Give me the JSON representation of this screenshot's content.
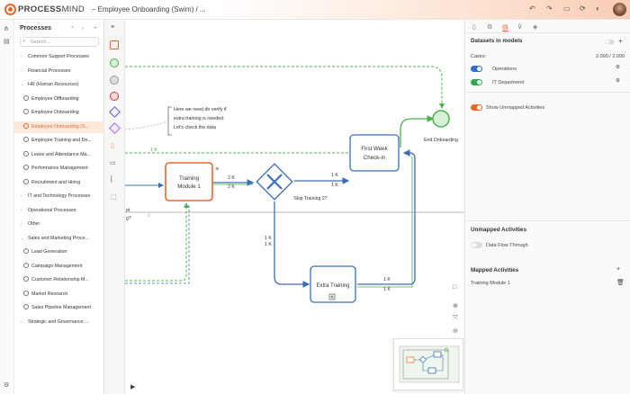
{
  "app": {
    "brand_bold": "PROCESS",
    "brand_light": "MIND",
    "doc_title": "– Employee Onboarding (Swim)  / ..."
  },
  "colors": {
    "accent": "#e8682a",
    "flow": "#3b6fb4",
    "highlight": "#4caf50"
  },
  "topbar_icons": [
    "undo-icon",
    "redo-icon",
    "comment-icon",
    "sync-icon",
    "moon-icon",
    "more-icon"
  ],
  "sidebar": {
    "title": "Processes",
    "search_placeholder": "Search...",
    "items": [
      {
        "label": "Common Support Processes",
        "type": "folder"
      },
      {
        "label": "Financial Processes",
        "type": "folder"
      },
      {
        "label": "HR (Human Resources)",
        "type": "folder-open"
      },
      {
        "label": "Employee Offboarding",
        "type": "process"
      },
      {
        "label": "Employee Onboarding",
        "type": "process"
      },
      {
        "label": "Employee Onboarding (S...",
        "type": "process",
        "active": true
      },
      {
        "label": "Employee Training and De...",
        "type": "process"
      },
      {
        "label": "Leave and Attendance Ma...",
        "type": "process"
      },
      {
        "label": "Performance Management",
        "type": "process"
      },
      {
        "label": "Recruitment and Hiring",
        "type": "process"
      },
      {
        "label": "IT and Technology Processes",
        "type": "folder"
      },
      {
        "label": "Operational Processes",
        "type": "folder"
      },
      {
        "label": "Other",
        "type": "folder"
      },
      {
        "label": "Sales and Marketing Proce...",
        "type": "folder-open"
      },
      {
        "label": "Lead Generation",
        "type": "process"
      },
      {
        "label": "Campaign Management",
        "type": "process"
      },
      {
        "label": "Customer Relationship M...",
        "type": "process"
      },
      {
        "label": "Market Research",
        "type": "process"
      },
      {
        "label": "Sales Pipeline Management",
        "type": "process"
      },
      {
        "label": "Strategic and Governance ...",
        "type": "folder"
      }
    ]
  },
  "canvas": {
    "annotation": [
      "Here we need do verify if",
      "extra training is needed.",
      "Let's check the data"
    ],
    "nodes": {
      "training": [
        "Training",
        "Module 1"
      ],
      "first_week": [
        "First Week",
        "Check-in"
      ],
      "extra": "Extra Training",
      "end_label": "End Onboarding",
      "gateway_label": "Skip Training 2?"
    },
    "edge_labels": {
      "e1a": "2 K",
      "e1b": "2 K",
      "e2a": "1 K",
      "e2b": "1 K",
      "e3a": "1 K",
      "e3b": "1 K",
      "e4a": "1 K",
      "e4b": "1 K",
      "top": "1 K",
      "frag1": "pt",
      "frag2": "g?",
      "frag3": "//"
    }
  },
  "right_panel": {
    "section_title": "Datasets in models",
    "cases_label": "Cases:",
    "cases_value": "2.000 / 2.000",
    "datasets": [
      {
        "label": "Operations",
        "color": "#2f6fd6"
      },
      {
        "label": "IT Department",
        "color": "#2ea84a"
      }
    ],
    "show_unmapped": "Show Unmapped Activities",
    "unmapped_title": "Unmapped Activities",
    "unmapped_items": [
      "Data Flow Through"
    ],
    "mapped_title": "Mapped Activities",
    "mapped_items": [
      "Training Module 1"
    ]
  }
}
